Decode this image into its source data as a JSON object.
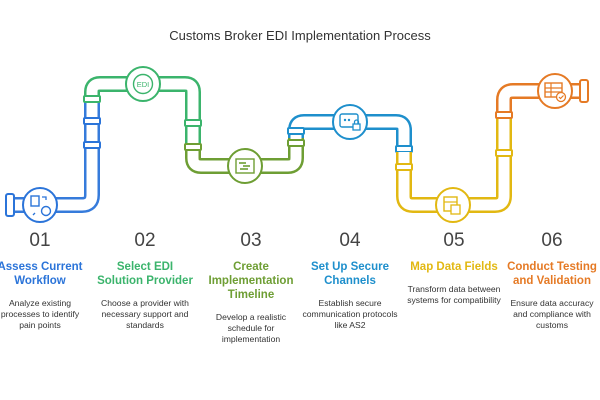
{
  "title": "Customs Broker EDI Implementation Process",
  "colors": {
    "blue": "#2B74D9",
    "green": "#3BB46C",
    "olive": "#6E9E34",
    "cyan": "#1E8FCC",
    "yellow": "#E2B812",
    "orange": "#E57A25"
  },
  "steps": [
    {
      "num": "01",
      "title": "Assess Current Workflow",
      "desc": "Analyze existing processes to identify pain points",
      "icon": "document-sync-icon"
    },
    {
      "num": "02",
      "title": "Select EDI Solution Provider",
      "desc": "Choose a provider with necessary support and standards",
      "icon": "edi-icon",
      "icon_text": "EDI"
    },
    {
      "num": "03",
      "title": "Create Implementation Timeline",
      "desc": "Develop a realistic schedule for implementation",
      "icon": "gantt-timeline-icon"
    },
    {
      "num": "04",
      "title": "Set Up Secure Channels",
      "desc": "Establish secure communication protocols like AS2",
      "icon": "secure-channel-lock-icon"
    },
    {
      "num": "05",
      "title": "Map Data Fields",
      "desc": "Transform data between systems for compatibility",
      "icon": "data-mapping-icon"
    },
    {
      "num": "06",
      "title": "Conduct Testing and Validation",
      "desc": "Ensure data accuracy and compliance with customs",
      "icon": "table-checkmark-icon"
    }
  ]
}
